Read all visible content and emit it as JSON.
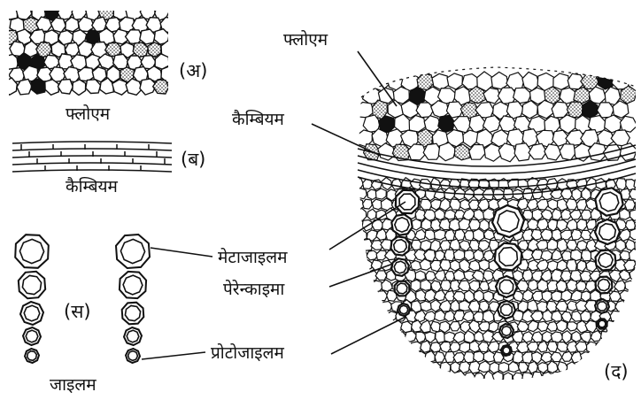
{
  "figure": {
    "panels": {
      "a": {
        "tag": "(अ)",
        "caption": "फ्लोएम"
      },
      "b": {
        "tag": "(ब)",
        "caption": "कैम्बियम"
      },
      "c": {
        "tag": "(स)",
        "caption": "जाइलम"
      },
      "d": {
        "tag": "(द)"
      }
    },
    "callouts": {
      "phloem": "फ्लोएम",
      "cambium": "कैम्बियम",
      "metaxylem": "मेटाजाइलम",
      "parenchyma": "पेरेन्काइमा",
      "protoxylem": "प्रोटोजाइलम"
    },
    "colors": {
      "ink": "#111111",
      "paper": "#ffffff"
    }
  }
}
